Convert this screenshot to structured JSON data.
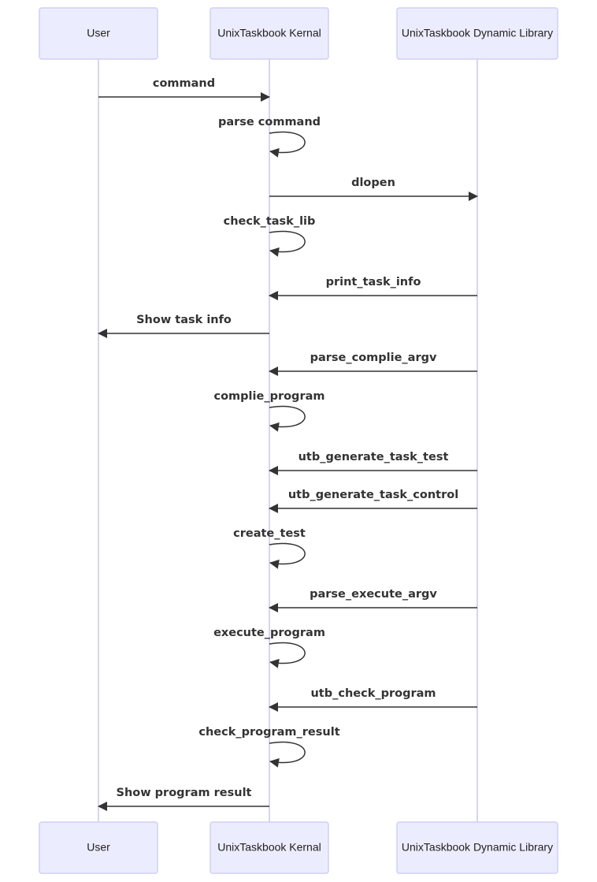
{
  "actors": [
    {
      "id": "user",
      "label": "User"
    },
    {
      "id": "kernal",
      "label": "UnixTaskbook Kernal"
    },
    {
      "id": "dylib",
      "label": "UnixTaskbook Dynamic Library"
    }
  ],
  "messages": [
    {
      "from": "user",
      "to": "kernal",
      "label": "command"
    },
    {
      "from": "kernal",
      "to": "kernal",
      "label": "parse command"
    },
    {
      "from": "kernal",
      "to": "dylib",
      "label": "dlopen"
    },
    {
      "from": "kernal",
      "to": "kernal",
      "label": "check_task_lib"
    },
    {
      "from": "dylib",
      "to": "kernal",
      "label": "print_task_info"
    },
    {
      "from": "kernal",
      "to": "user",
      "label": "Show task info"
    },
    {
      "from": "dylib",
      "to": "kernal",
      "label": "parse_complie_argv"
    },
    {
      "from": "kernal",
      "to": "kernal",
      "label": "complie_program"
    },
    {
      "from": "dylib",
      "to": "kernal",
      "label": "utb_generate_task_test"
    },
    {
      "from": "dylib",
      "to": "kernal",
      "label": "utb_generate_task_control"
    },
    {
      "from": "kernal",
      "to": "kernal",
      "label": "create_test"
    },
    {
      "from": "dylib",
      "to": "kernal",
      "label": "parse_execute_argv"
    },
    {
      "from": "kernal",
      "to": "kernal",
      "label": "execute_program"
    },
    {
      "from": "dylib",
      "to": "kernal",
      "label": "utb_check_program"
    },
    {
      "from": "kernal",
      "to": "kernal",
      "label": "check_program_result"
    },
    {
      "from": "kernal",
      "to": "user",
      "label": "Show program result"
    }
  ]
}
